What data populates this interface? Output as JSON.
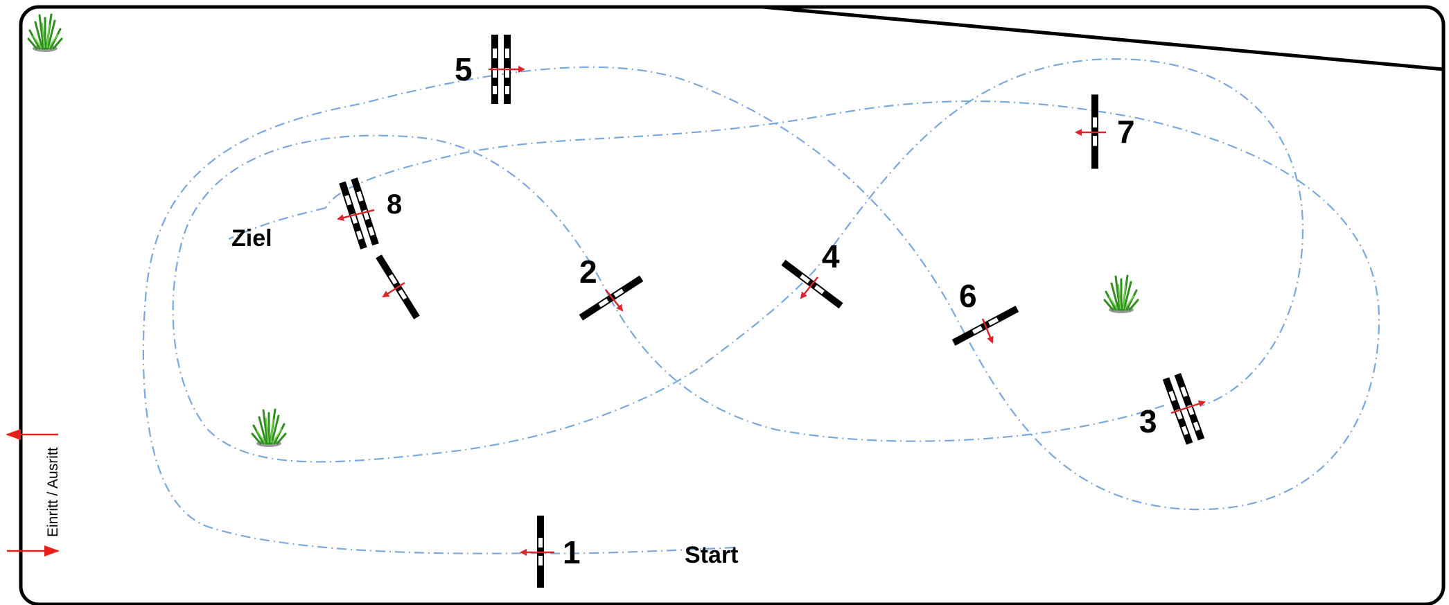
{
  "course": {
    "start_label": "Start",
    "finish_label": "Ziel",
    "gate_label": "Einritt / Ausritt",
    "obstacles": [
      {
        "id": "1",
        "label": "1"
      },
      {
        "id": "2",
        "label": "2"
      },
      {
        "id": "3",
        "label": "3"
      },
      {
        "id": "4",
        "label": "4"
      },
      {
        "id": "5",
        "label": "5"
      },
      {
        "id": "6",
        "label": "6"
      },
      {
        "id": "7",
        "label": "7"
      },
      {
        "id": "8",
        "label": "8"
      }
    ],
    "colors": {
      "arena_border": "#000000",
      "route_line": "#7aa7dc",
      "direction_arrow": "#d9252b",
      "pole": "#000000",
      "bush": "#3aa52c"
    }
  }
}
